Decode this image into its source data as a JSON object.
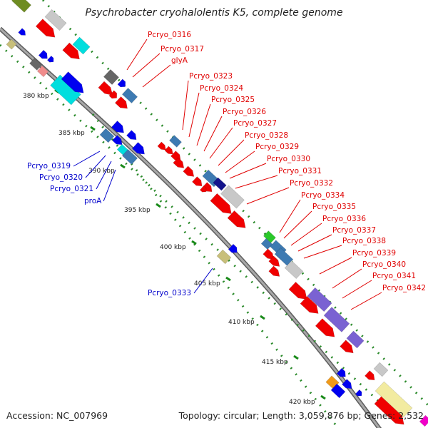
{
  "title": "Psychrobacter cryohalolentis K5, complete genome",
  "footer": {
    "accession": "Accession: NC_007969",
    "summary": "Topology: circular; Length: 3,059,876 bp; Genes: 2,532"
  },
  "colors": {
    "backbone": "#8c8c8c",
    "tick": "#1a8a1a",
    "dots": "#2a8a2a",
    "label_red": "#e00000",
    "label_blue": "#0000cc",
    "ruler_text": "#222222"
  },
  "ruler": {
    "unit_labels": [
      "380 kbp",
      "385 kbp",
      "390 kbp",
      "395 kbp",
      "400 kbp",
      "405 kbp",
      "410 kbp",
      "415 kbp",
      "420 kbp"
    ]
  },
  "labels_right": [
    "Pcryo_0316",
    "Pcryo_0317",
    "glyA",
    "Pcryo_0323",
    "Pcryo_0324",
    "Pcryo_0325",
    "Pcryo_0326",
    "Pcryo_0327",
    "Pcryo_0328",
    "Pcryo_0329",
    "Pcryo_0330",
    "Pcryo_0331",
    "Pcryo_0332",
    "Pcryo_0334",
    "Pcryo_0335",
    "Pcryo_0336",
    "Pcryo_0337",
    "Pcryo_0338",
    "Pcryo_0339",
    "Pcryo_0340",
    "Pcryo_0341",
    "Pcryo_0342"
  ],
  "labels_left": [
    "Pcryo_0319",
    "Pcryo_0320",
    "Pcryo_0321",
    "proA",
    "Pcryo_0333"
  ]
}
